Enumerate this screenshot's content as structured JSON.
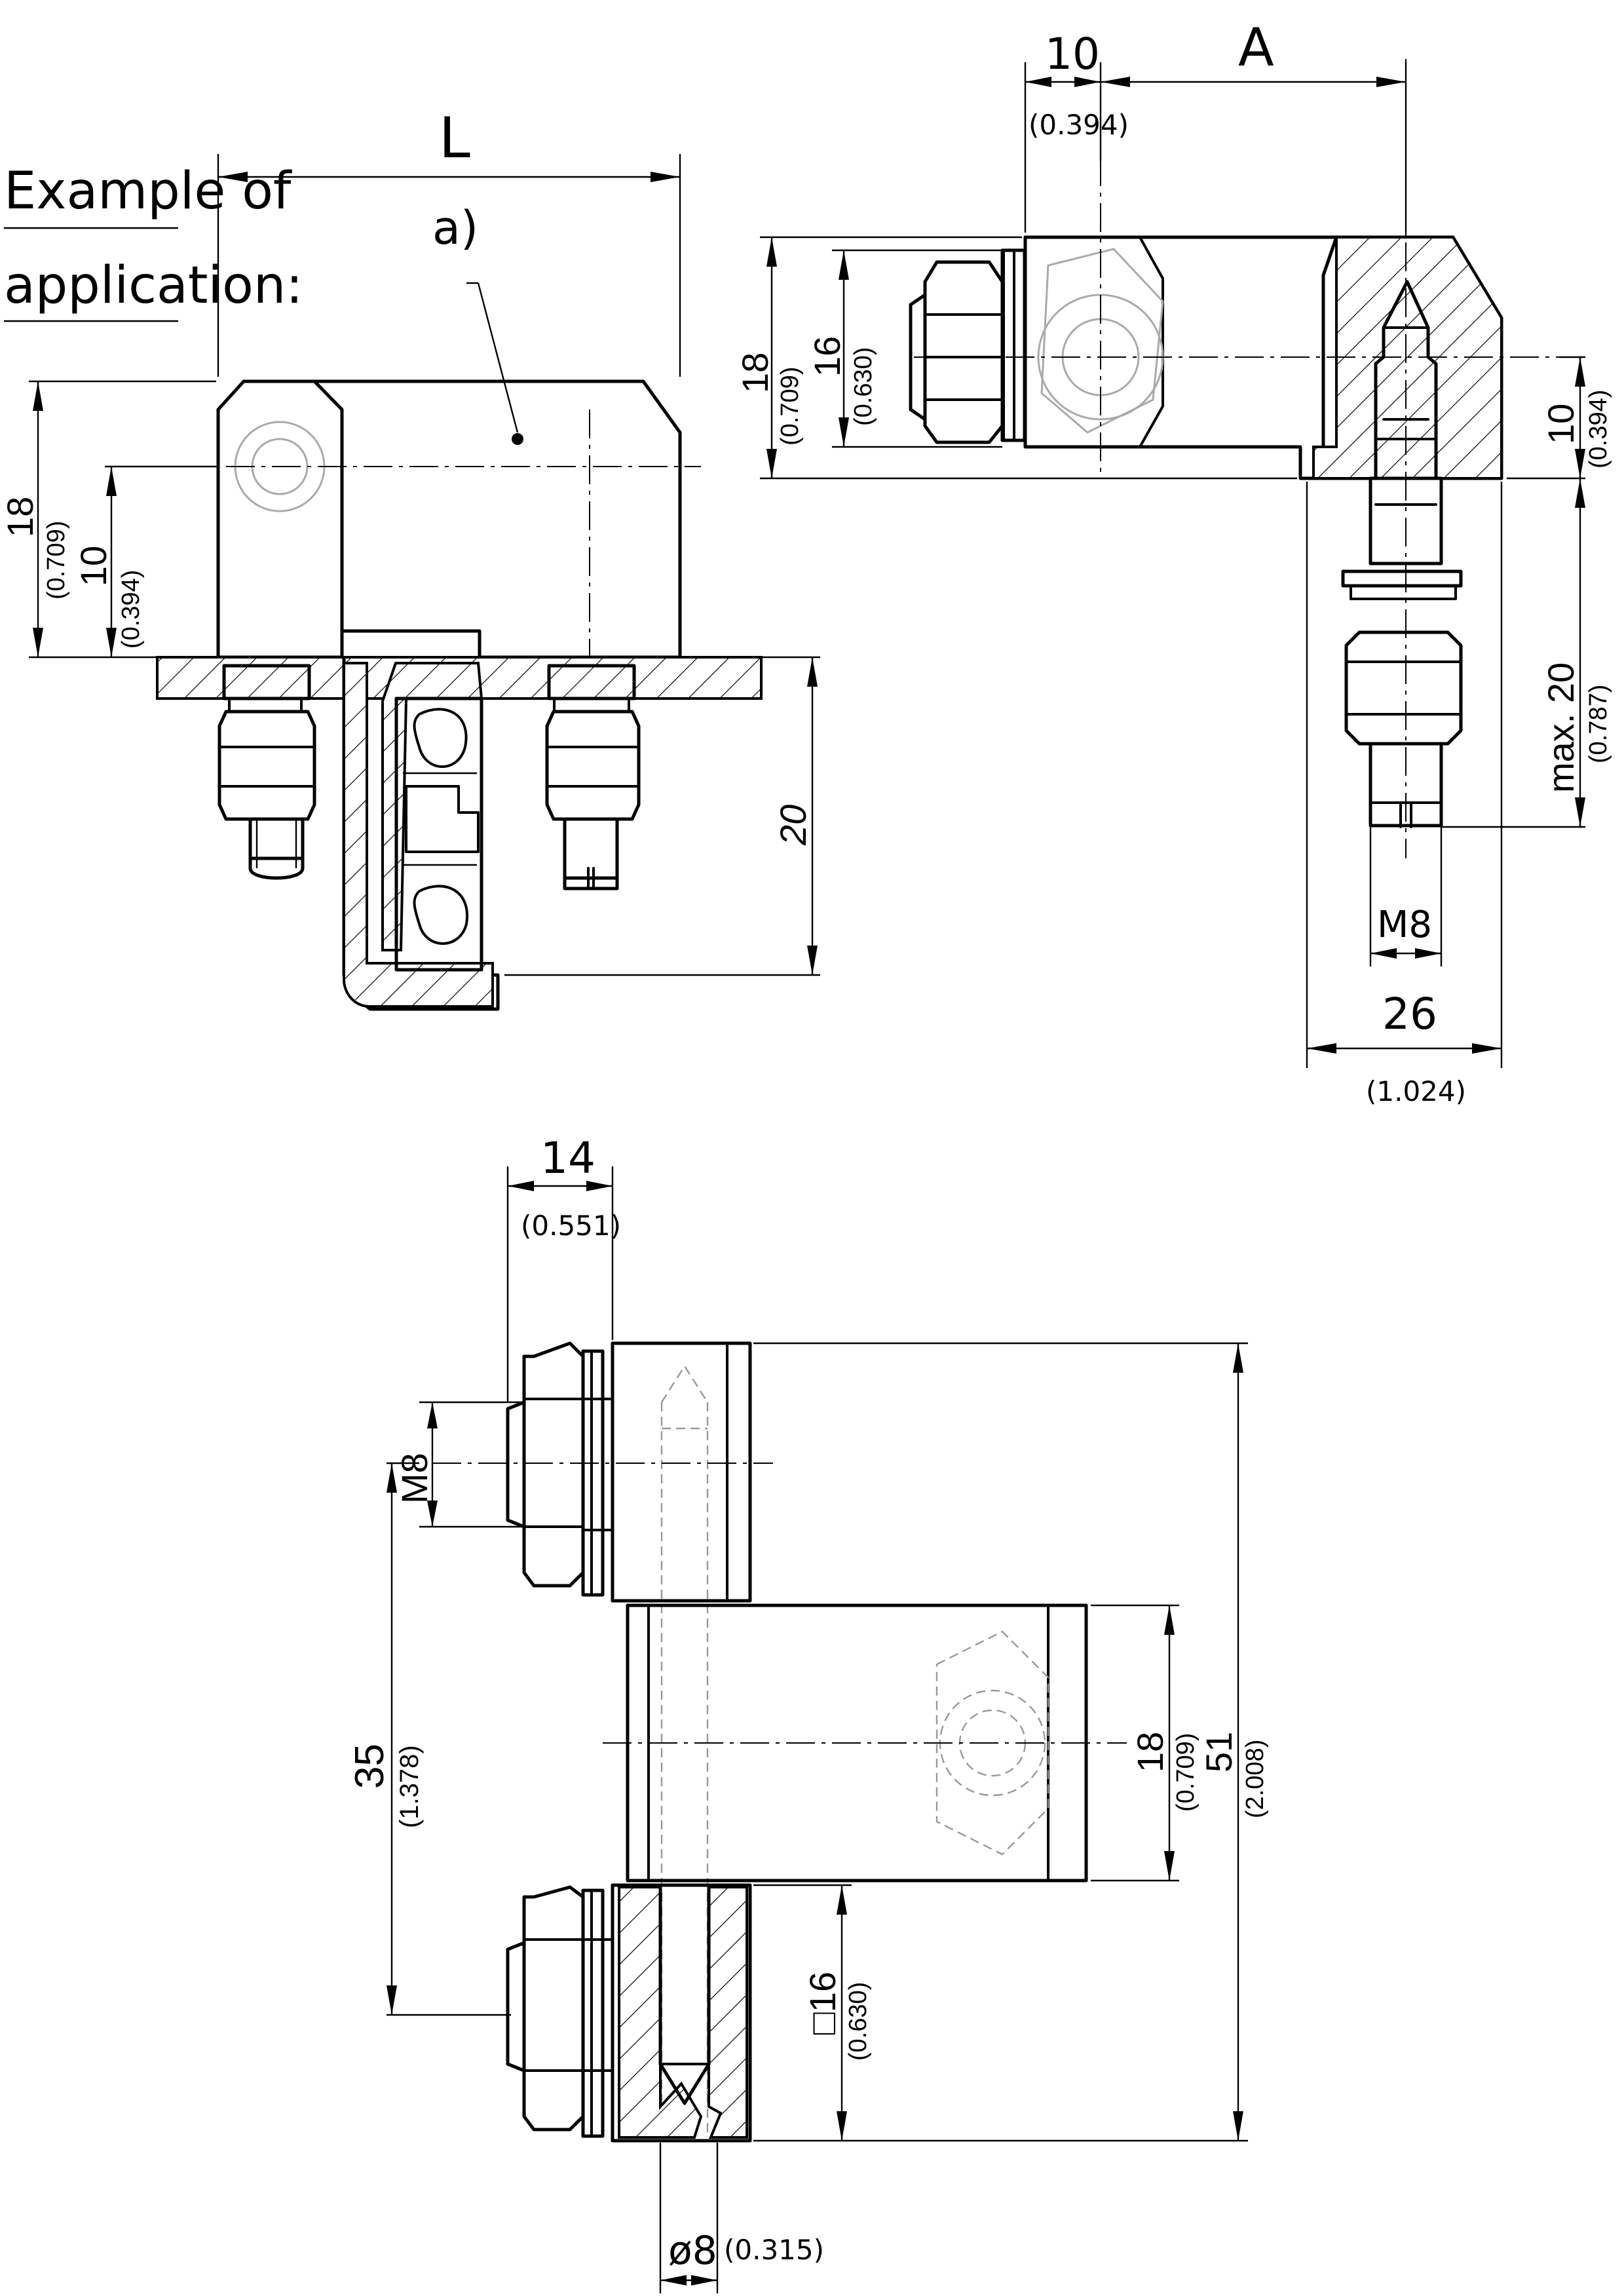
{
  "caption": {
    "line1": "Example of",
    "line2": "application:"
  },
  "view_top_left": {
    "L": "L",
    "a": "a)",
    "h18": "18",
    "h18_in": "(0.709)",
    "h10": "10",
    "h10_in": "(0.394)",
    "h20": "20"
  },
  "view_top_right": {
    "w10": "10",
    "w10_in": "(0.394)",
    "A": "A",
    "h18": "18",
    "h18_in": "(0.709)",
    "h16": "16",
    "h16_in": "(0.630)",
    "h10": "10",
    "h10_in": "(0.394)",
    "max20": "max. 20",
    "max20_in": "(0.787)",
    "m8": "M8",
    "w26": "26",
    "w26_in": "(1.024)"
  },
  "view_bottom": {
    "w14": "14",
    "w14_in": "(0.551)",
    "m8": "M8",
    "h35": "35",
    "h35_in": "(1.378)",
    "h18": "18",
    "h18_in": "(0.709)",
    "h51": "51",
    "h51_in": "(2.008)",
    "sq16": "□16",
    "sq16_in": "(0.630)",
    "d8": "ø8",
    "d8_in": "(0.315)"
  }
}
